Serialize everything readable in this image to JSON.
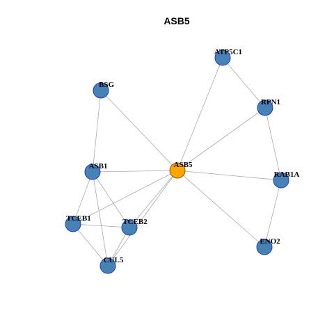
{
  "title": "ASB5",
  "colors": {
    "center_fill": "#FFA500",
    "center_stroke": "#8B5A00",
    "node_fill": "#4682B4",
    "node_stroke": "#1E3CC8",
    "edge": "#A8A8A8"
  },
  "nodes": [
    {
      "id": "ASB5",
      "label": "ASB5",
      "center": true
    },
    {
      "id": "ATP5C1",
      "label": "ATP5C1"
    },
    {
      "id": "BSG",
      "label": "BSG"
    },
    {
      "id": "RPN1",
      "label": "RPN1"
    },
    {
      "id": "ASB1",
      "label": "ASB1"
    },
    {
      "id": "RAB1A",
      "label": "RAB1A"
    },
    {
      "id": "TCEB1",
      "label": "TCEB1"
    },
    {
      "id": "TCEB2",
      "label": "TCEB2"
    },
    {
      "id": "ENO2",
      "label": "ENO2"
    },
    {
      "id": "CUL5",
      "label": "CUL5"
    }
  ],
  "edges": [
    [
      "ASB5",
      "ATP5C1"
    ],
    [
      "ASB5",
      "BSG"
    ],
    [
      "ASB5",
      "RPN1"
    ],
    [
      "ASB5",
      "ASB1"
    ],
    [
      "ASB5",
      "RAB1A"
    ],
    [
      "ASB5",
      "TCEB1"
    ],
    [
      "ASB5",
      "TCEB2"
    ],
    [
      "ASB5",
      "ENO2"
    ],
    [
      "ASB5",
      "CUL5"
    ],
    [
      "ATP5C1",
      "RPN1"
    ],
    [
      "RPN1",
      "RAB1A"
    ],
    [
      "RAB1A",
      "ENO2"
    ],
    [
      "BSG",
      "ASB1"
    ],
    [
      "ASB1",
      "TCEB1"
    ],
    [
      "ASB1",
      "TCEB2"
    ],
    [
      "ASB1",
      "CUL5"
    ],
    [
      "TCEB1",
      "TCEB2"
    ],
    [
      "TCEB1",
      "CUL5"
    ],
    [
      "TCEB2",
      "CUL5"
    ]
  ]
}
